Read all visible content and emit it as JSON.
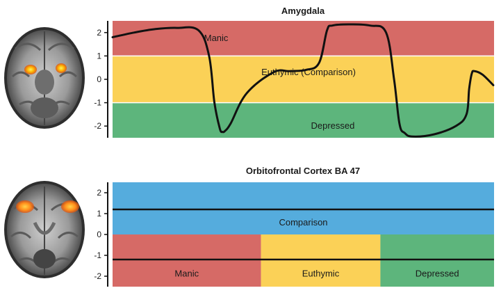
{
  "chart_data": [
    {
      "type": "line",
      "title": "Amygdala",
      "xlabel": "",
      "ylabel": "",
      "ylim": [
        -2.5,
        2.5
      ],
      "yticks": [
        2,
        1,
        0,
        -1,
        -2
      ],
      "grid": false,
      "bands": [
        {
          "label": "Manic",
          "y_from": 1,
          "y_to": 2.5,
          "color": "#d66a66"
        },
        {
          "label": "Euthymic (Comparison)",
          "y_from": -1,
          "y_to": 1,
          "color": "#fbd157"
        },
        {
          "label": "Depressed",
          "y_from": -2.5,
          "y_to": -1,
          "color": "#5db57c"
        }
      ],
      "series": [
        {
          "color": "#111111",
          "x": [
            0.0,
            0.04,
            0.08,
            0.12,
            0.16,
            0.18,
            0.19,
            0.2,
            0.205,
            0.21,
            0.22,
            0.25,
            0.3,
            0.33,
            0.36,
            0.385,
            0.4,
            0.41,
            0.44,
            0.48,
            0.51,
            0.525,
            0.535,
            0.545,
            0.56,
            0.6,
            0.64,
            0.66,
            0.665,
            0.67,
            0.675,
            0.69,
            0.71
          ],
          "values": [
            1.8,
            2.0,
            2.15,
            2.2,
            2.1,
            1.0,
            -1.0,
            -2.1,
            -2.25,
            -2.2,
            -1.9,
            -0.6,
            0.3,
            0.35,
            0.4,
            0.7,
            2.1,
            2.3,
            2.35,
            2.3,
            2.0,
            0.0,
            -1.9,
            -2.3,
            -2.45,
            -2.35,
            -2.0,
            -1.5,
            -0.4,
            0.25,
            0.35,
            0.2,
            -0.25
          ]
        }
      ]
    },
    {
      "type": "bar",
      "title": "Orbitofrontal Cortex BA 47",
      "xlabel": "",
      "ylabel": "",
      "ylim": [
        -2.5,
        2.5
      ],
      "yticks": [
        2,
        1,
        0,
        -1,
        -2
      ],
      "grid": false,
      "reference": {
        "label": "Comparison",
        "y_from": 0,
        "y_to": 2.5,
        "line_value": 1.2,
        "color": "#55acdd"
      },
      "categories": [
        "Manic",
        "Euthymic",
        "Depressed"
      ],
      "values": [
        -1.2,
        -1.2,
        -1.2
      ],
      "colors": [
        "#d66a66",
        "#fbd157",
        "#5db57c"
      ],
      "widths": [
        0.389,
        0.313,
        0.298
      ]
    }
  ],
  "images": [
    {
      "name": "brain-scan-axial-amygdala",
      "activation_color": "#ffb000"
    },
    {
      "name": "brain-scan-axial-orbitofrontal",
      "activation_color": "#ff8c1a"
    }
  ]
}
